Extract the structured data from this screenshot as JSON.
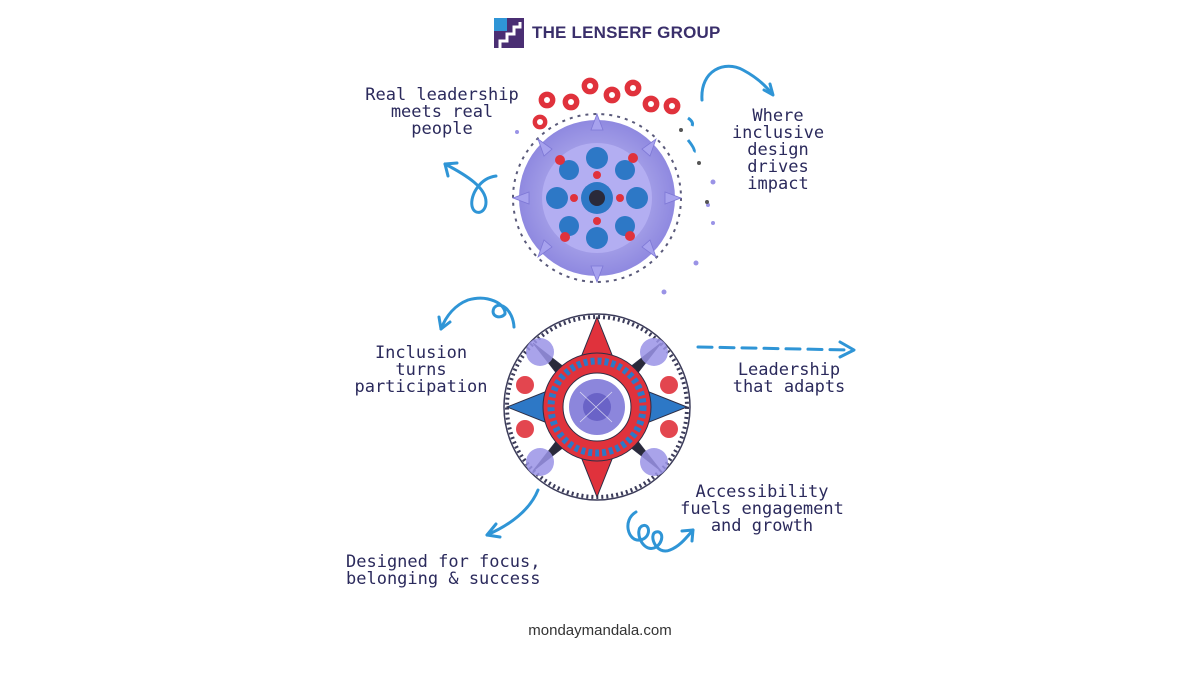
{
  "brand": {
    "name": "THE LENSERF GROUP",
    "logo_color": "#4a2e73",
    "accent_color": "#2f95d6"
  },
  "captions": {
    "top_left": [
      "Real leadership",
      "meets real",
      "people"
    ],
    "top_right": [
      "Where",
      "inclusive",
      "design",
      "drives",
      "impact"
    ],
    "middle_left": [
      "Inclusion",
      "turns",
      "participation"
    ],
    "middle_right": [
      "Leadership",
      "that adapts"
    ],
    "bottom_right": [
      "Accessibility",
      "fuels engagement",
      "and growth"
    ],
    "bottom_left": [
      "Designed for focus,",
      "belonging & success"
    ]
  },
  "footer": {
    "url": "mondaymandala.com"
  },
  "colors": {
    "arrow": "#2f95d6",
    "text": "#2b2a5c",
    "mandala_red": "#e0323c",
    "mandala_blue": "#2d78c6",
    "mandala_lavender": "#9a93e6"
  }
}
